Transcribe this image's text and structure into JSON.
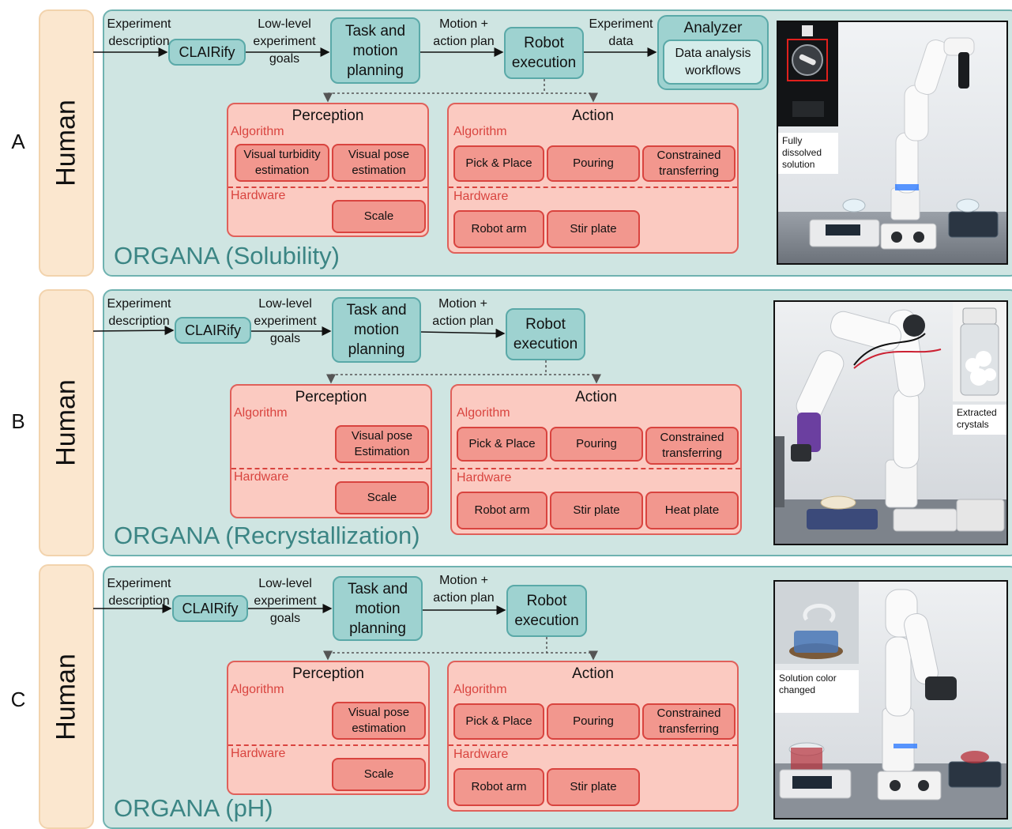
{
  "labels": {
    "a": "A",
    "b": "B",
    "c": "C",
    "human": "Human"
  },
  "flow": {
    "experiment_description": "Experiment description",
    "clairify": "CLAIRify",
    "low_level_goals": "Low-level experiment goals",
    "task_motion_planning": "Task and motion planning",
    "motion_action_plan": "Motion + action plan",
    "robot_execution": "Robot execution",
    "experiment_data": "Experiment data",
    "analyzer": "Analyzer",
    "data_analysis": "Data analysis workflows"
  },
  "sections": {
    "perception": "Perception",
    "action": "Action",
    "algorithm": "Algorithm",
    "hardware": "Hardware"
  },
  "chips": {
    "visual_turbidity": "Visual turbidity estimation",
    "visual_pose": "Visual pose estimation",
    "visual_pose_cap": "Visual pose Estimation",
    "scale": "Scale",
    "pick_place": "Pick & Place",
    "pouring": "Pouring",
    "constrained": "Constrained transferring",
    "robot_arm": "Robot arm",
    "stir_plate": "Stir plate",
    "heat_plate": "Heat plate"
  },
  "titles": {
    "a": "ORGANA (Solubility)",
    "b": "ORGANA (Recrystallization)",
    "c": "ORGANA (pH)"
  },
  "captions": {
    "a": "Fully dissolved solution",
    "b": "Extracted crystals",
    "c": "Solution color changed"
  },
  "colors": {
    "human_bg": "#fbe7cf",
    "organa_bg": "#cfe5e2",
    "teal_box": "#9ed2d0",
    "pink_box": "#fbcac1",
    "red_chip": "#f2978e",
    "title_teal": "#3b8584",
    "sub_red": "#d9443f"
  }
}
